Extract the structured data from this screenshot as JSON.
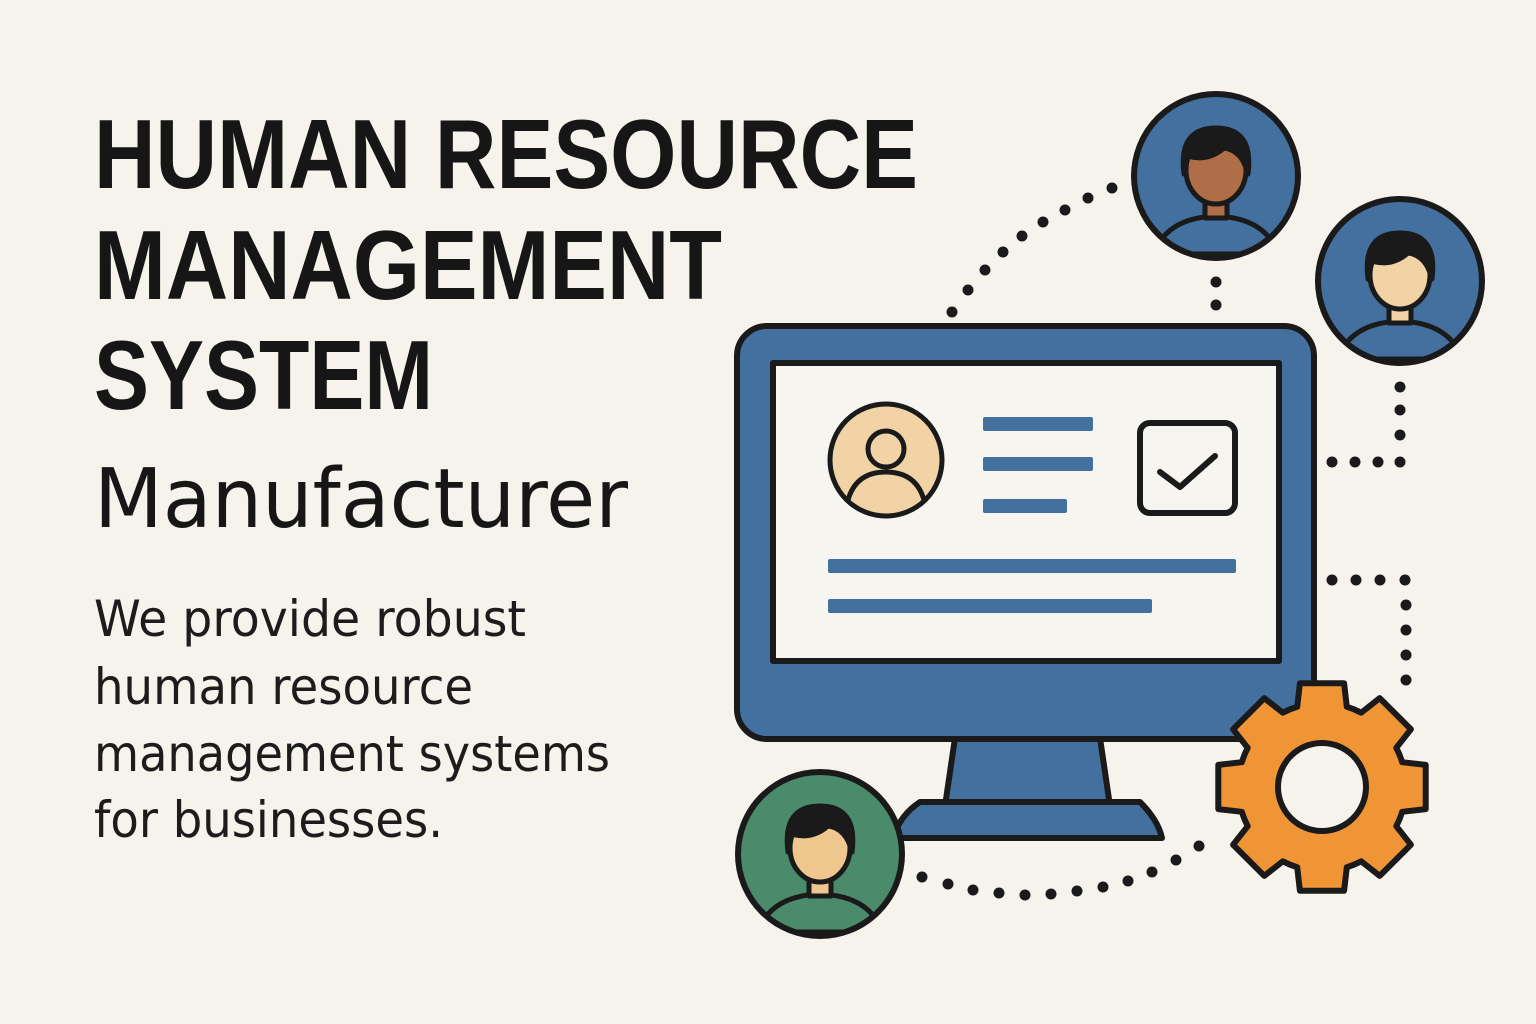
{
  "headline": {
    "lines": [
      "HUMAN RESOURCE",
      "MANAGEMENT",
      "SYSTEM"
    ],
    "subtitle": "Manufacturer"
  },
  "description": {
    "lines": [
      "We provide robust",
      "human resource",
      "management systems",
      "for businesses."
    ]
  },
  "colors": {
    "background": "#f6f3ec",
    "blue": "#44709f",
    "green": "#4a8b6b",
    "orange": "#ef9535",
    "skin_light": "#f2d3a5",
    "skin_dark": "#b06e48",
    "outline": "#1a1a1a"
  },
  "icons": [
    "monitor-icon",
    "profile-card-icon",
    "checkbox-icon",
    "gear-icon",
    "person-avatar-icon"
  ]
}
